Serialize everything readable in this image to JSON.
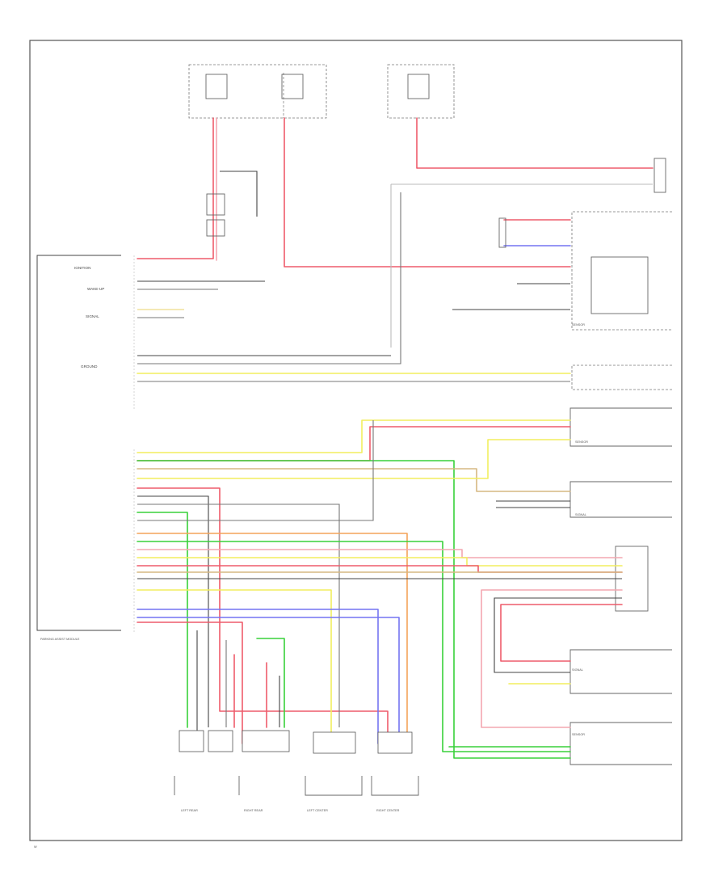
{
  "colors": {
    "red": "#ee5b6b",
    "pink": "#f4a7b0",
    "green": "#38d13a",
    "yellow": "#f2ee5e",
    "orange": "#f4a35a",
    "blue": "#7474f2",
    "violet": "#a06ad0",
    "black": "#444444",
    "gray": "#a8a8a8",
    "tan": "#d6b882",
    "brown": "#b07a4a",
    "white": "#dddddd"
  },
  "left_module": {
    "inputs": [
      "IGNITION",
      "WAKE-UP",
      "SIGNAL",
      "GROUND"
    ],
    "footer": "PARKING ASSIST MODULE"
  },
  "right_devices": [
    "SENSOR",
    "SIGNAL",
    "SIGNAL",
    "SENSOR",
    "SENSOR"
  ],
  "bottom_sensors": [
    {
      "label": "LEFT REAR"
    },
    {
      "label": "RIGHT REAR"
    },
    {
      "label": "LEFT CENTER"
    },
    {
      "label": "RIGHT CENTER"
    }
  ],
  "page_ref": "W"
}
